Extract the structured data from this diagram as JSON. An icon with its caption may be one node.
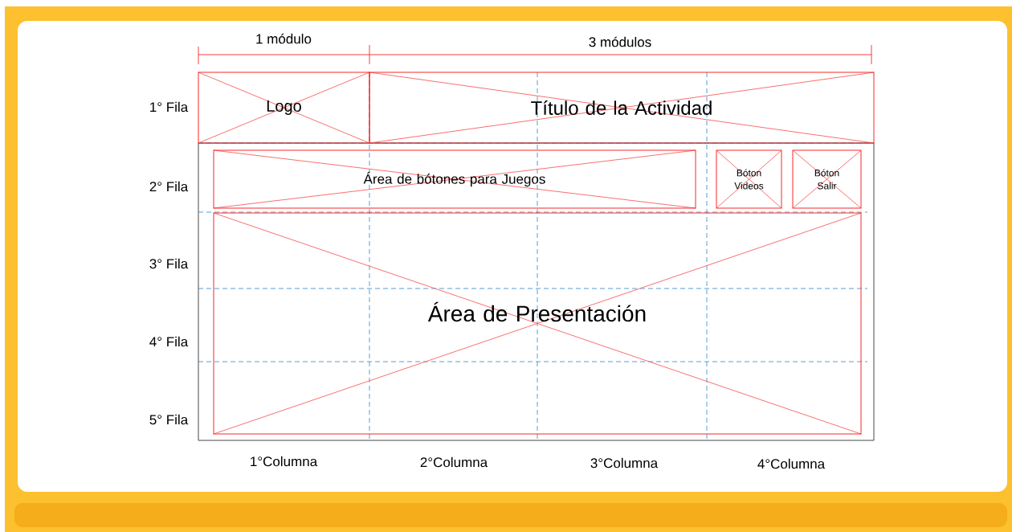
{
  "diagram": {
    "nodes": [
      {
        "text": [
          "Logo"
        ]
      },
      {
        "text": [
          "Título de la Actividad"
        ]
      },
      {
        "text": [
          "Área de bótones para Juegos"
        ]
      },
      {
        "text": [
          "Bóton Videos"
        ]
      },
      {
        "text": [
          "Bóton Salir"
        ]
      },
      {
        "text": [
          "Área de Presentación"
        ]
      }
    ],
    "labels": [
      "1 módulo",
      "3 módulos",
      "1° Fila",
      "2° Fila",
      "3° Fila",
      "4° Fila",
      "5° Fila",
      "1°Columna",
      "2°Columna",
      "3°Columna",
      "4°Columna"
    ]
  }
}
